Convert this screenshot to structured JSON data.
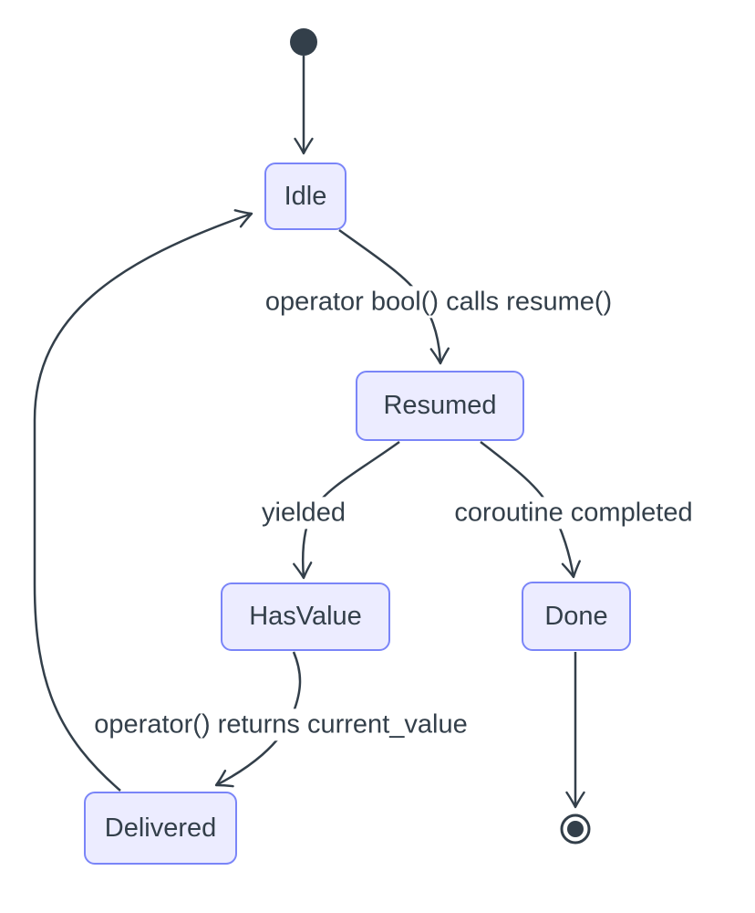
{
  "diagram": {
    "type": "state-diagram",
    "colors": {
      "node_fill": "#ececff",
      "node_border": "#7a85f8",
      "line": "#333f4a",
      "text": "#333f4a",
      "background": "#ffffff"
    },
    "start_node": "initial-state",
    "end_node": "final-state",
    "states": [
      {
        "id": "idle",
        "label": "Idle"
      },
      {
        "id": "resumed",
        "label": "Resumed"
      },
      {
        "id": "hasvalue",
        "label": "HasValue"
      },
      {
        "id": "done",
        "label": "Done"
      },
      {
        "id": "delivered",
        "label": "Delivered"
      }
    ],
    "transitions": [
      {
        "from": "start",
        "to": "Idle",
        "label": ""
      },
      {
        "from": "Idle",
        "to": "Resumed",
        "label": "operator bool() calls resume()"
      },
      {
        "from": "Resumed",
        "to": "HasValue",
        "label": "yielded"
      },
      {
        "from": "Resumed",
        "to": "Done",
        "label": "coroutine completed"
      },
      {
        "from": "HasValue",
        "to": "Delivered",
        "label": "operator() returns current_value"
      },
      {
        "from": "Delivered",
        "to": "Idle",
        "label": ""
      },
      {
        "from": "Done",
        "to": "end",
        "label": ""
      }
    ]
  }
}
